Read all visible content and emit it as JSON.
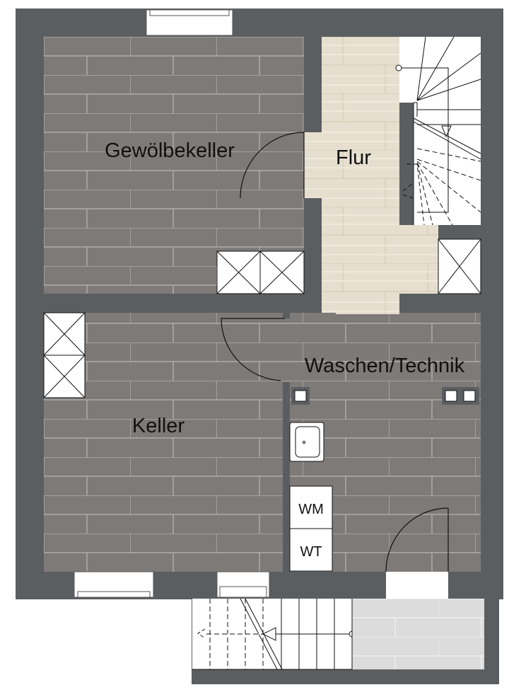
{
  "rooms": {
    "gewoelbekeller": "Gewölbekeller",
    "flur": "Flur",
    "keller": "Keller",
    "waschen": "Waschen/Technik"
  },
  "appliances": {
    "washing_machine": "WM",
    "dryer": "WT"
  },
  "colors": {
    "wall": "#5b5e61",
    "tile": "#7e7a78",
    "wood": "#e6dfcf",
    "terrace": "#dcdcdc"
  }
}
